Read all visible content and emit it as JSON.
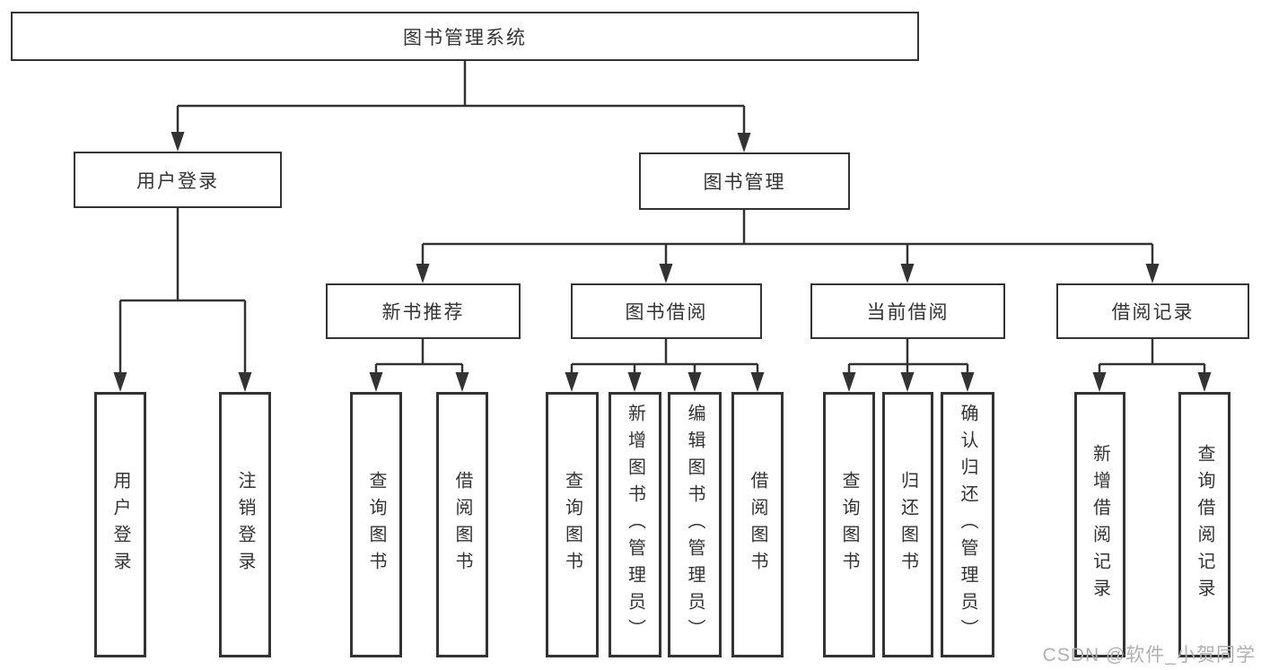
{
  "tree": {
    "label": "图书管理系统",
    "children": [
      {
        "label": "用户登录",
        "children": [
          {
            "label": "用户登录"
          },
          {
            "label": "注销登录"
          }
        ]
      },
      {
        "label": "图书管理",
        "children": [
          {
            "label": "新书推荐",
            "children": [
              {
                "label": "查询图书"
              },
              {
                "label": "借阅图书"
              }
            ]
          },
          {
            "label": "图书借阅",
            "children": [
              {
                "label": "查询图书"
              },
              {
                "label": "新增图书（管理员）"
              },
              {
                "label": "编辑图书（管理员）"
              },
              {
                "label": "借阅图书"
              }
            ]
          },
          {
            "label": "当前借阅",
            "children": [
              {
                "label": "查询图书"
              },
              {
                "label": "归还图书"
              },
              {
                "label": "确认归还（管理员）"
              }
            ]
          },
          {
            "label": "借阅记录",
            "children": [
              {
                "label": "新增借阅记录"
              },
              {
                "label": "查询借阅记录"
              }
            ]
          }
        ]
      }
    ]
  },
  "watermark": "CSDN @软件_小贺同学",
  "colors": {
    "line": "#333333",
    "box_border": "#333333",
    "text": "#333333",
    "watermark": "#b0b0b0",
    "background": "#ffffff"
  }
}
